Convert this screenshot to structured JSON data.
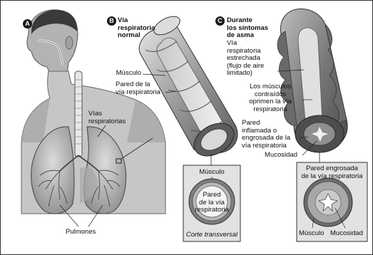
{
  "panels": {
    "a": {
      "letter": "A"
    },
    "b": {
      "letter": "B",
      "title": "Vía\nrespiratoria\nnormal"
    },
    "c": {
      "letter": "C",
      "title": "Durante\nlos síntomas\nde asma"
    }
  },
  "labels": {
    "vias_respiratorias": "Vías\nrespiratorias",
    "pulmones": "Pulmones",
    "musculo_b": "Músculo",
    "pared_b": "Pared de la\nvía respiratoria",
    "via_estrechada": "Vía\nrespiratoria\nestrechada\n(flujo de aire\nlimitado)",
    "musculos_contraidos": "Los músculos\ncontraídos\noprimen la vía\nrespiratoria",
    "pared_inflamada": "Pared\ninflamada o\nengrosada de la\nvía respiratoria",
    "mucosidad_c": "Mucosidad"
  },
  "cross_normal": {
    "musculo": "Músculo",
    "pared": "Pared\nde la vía\nrespiratoria",
    "caption": "Corte transversal"
  },
  "cross_asthma": {
    "pared": "Pared engrosada\nde la vía respiratoria",
    "musculo": "Músculo",
    "mucosidad": "Mucosidad"
  }
}
